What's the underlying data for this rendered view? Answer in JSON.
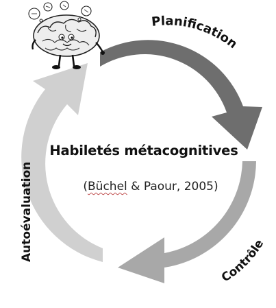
{
  "diagram": {
    "center_title": "Habiletés métacognitives",
    "citation": {
      "open_paren": "(",
      "author1": "Büchel",
      "rest": " & Paour, 2005)"
    },
    "steps": [
      {
        "label": "Planification",
        "color": "#6e6e6e"
      },
      {
        "label": "Contrôle",
        "color": "#a8a8a8"
      },
      {
        "label": "Autoévaluation",
        "color": "#d0d0d0"
      }
    ],
    "mascot": {
      "icon": "brain-character-icon"
    }
  }
}
